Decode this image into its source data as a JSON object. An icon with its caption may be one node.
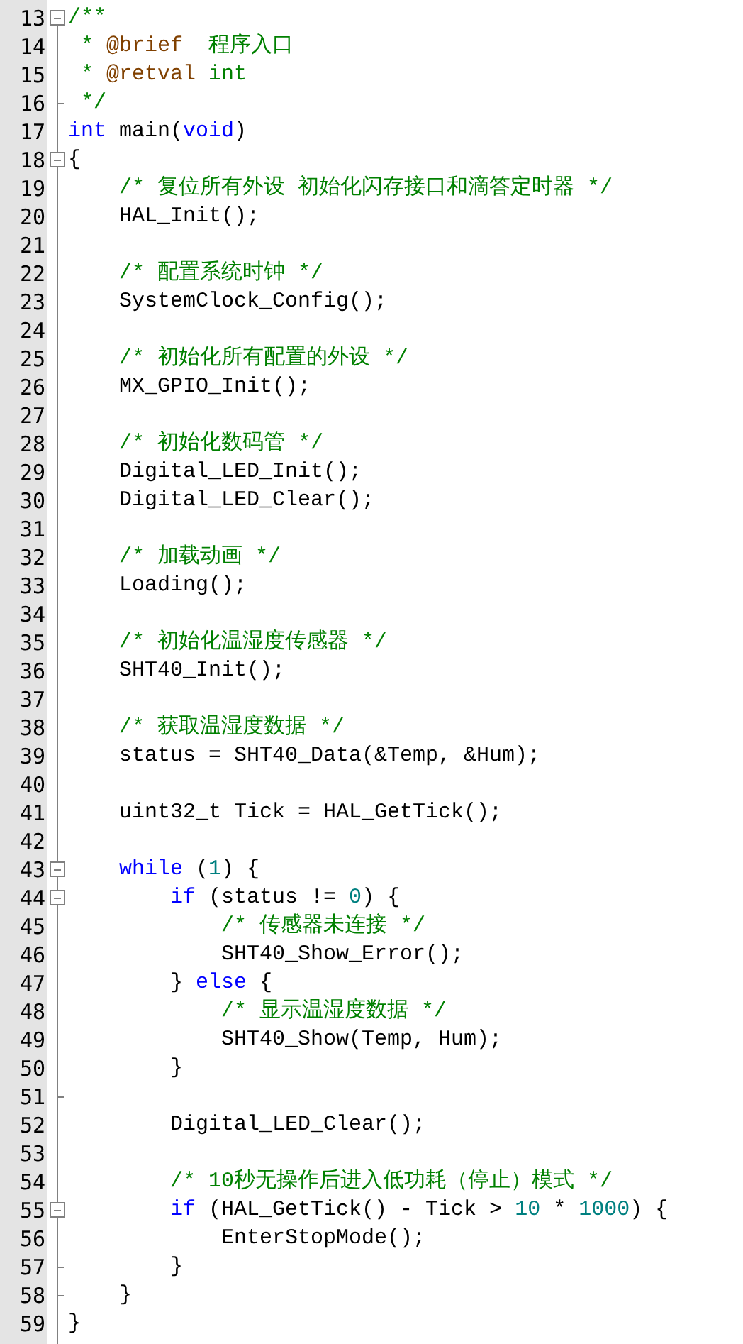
{
  "diagram": {
    "labels": [
      "13",
      "/**",
      "14",
      "* @brief  程序入口",
      "15",
      "* @retval int",
      "16",
      "*/",
      "17",
      "int main(void)",
      "18",
      "{",
      "19",
      "/* 复位所有外设 初始化闪存接口和滴答定时器 */",
      "20",
      "HAL_Init();",
      "21",
      "22",
      "/* 配置系统时钟 */",
      "23",
      "SystemClock_Config();",
      "24",
      "25",
      "/* 初始化所有配置的外设 */",
      "26",
      "MX_GPIO_Init();",
      "27",
      "28",
      "/* 初始化数码管 */",
      "29",
      "Digital_LED_Init();",
      "30",
      "Digital_LED_Clear();",
      "31",
      "32",
      "/* 加载动画 */",
      "33",
      "Loading();",
      "34",
      "35",
      "/* 初始化温湿度传感器 */",
      "36",
      "SHT40_Init();",
      "37",
      "38",
      "/* 获取温湿度数据 */",
      "39",
      "status = SHT40_Data(&Temp, &Hum);",
      "40",
      "41",
      "uint32_t Tick = HAL_GetTick();",
      "42",
      "43",
      "while (1) {",
      "44",
      "if (status != 0) {",
      "45",
      "/* 传感器未连接 */",
      "46",
      "SHT40_Show_Error();",
      "47",
      "} else {",
      "48",
      "/* 显示温湿度数据 */",
      "49",
      "SHT40_Show(Temp, Hum);",
      "50",
      "}",
      "51",
      "52",
      "Digital_LED_Clear();",
      "53",
      "54",
      "/* 10秒无操作后进入低功耗（停止）模式 */",
      "55",
      "if (HAL_GetTick() - Tick > 10 * 1000) {",
      "56",
      "EnterStopMode();",
      "57",
      "}",
      "58",
      "}",
      "59",
      "}"
    ]
  }
}
